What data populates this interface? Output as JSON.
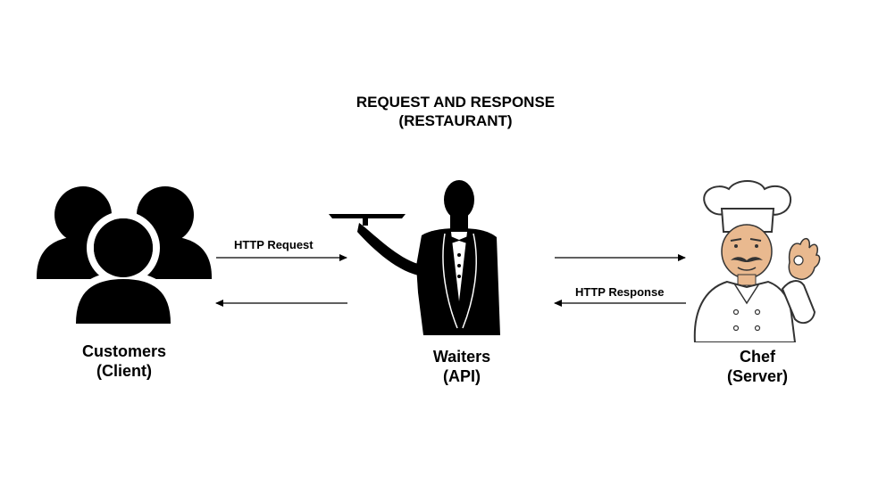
{
  "diagram": {
    "title_line1": "REQUEST AND RESPONSE",
    "title_line2": "(RESTAURANT)",
    "nodes": {
      "customers": {
        "name": "Customers",
        "role": "(Client)",
        "icon": "customers-group-icon"
      },
      "waiters": {
        "name": "Waiters",
        "role": "(API)",
        "icon": "waiter-icon"
      },
      "chef": {
        "name": "Chef",
        "role": "(Server)",
        "icon": "chef-icon"
      }
    },
    "edges": {
      "request_label": "HTTP Request",
      "response_label": "HTTP Response"
    },
    "colors": {
      "ink": "#000000",
      "background": "#ffffff",
      "chef_skin": "#e9b98f",
      "chef_outline": "#333333"
    }
  }
}
